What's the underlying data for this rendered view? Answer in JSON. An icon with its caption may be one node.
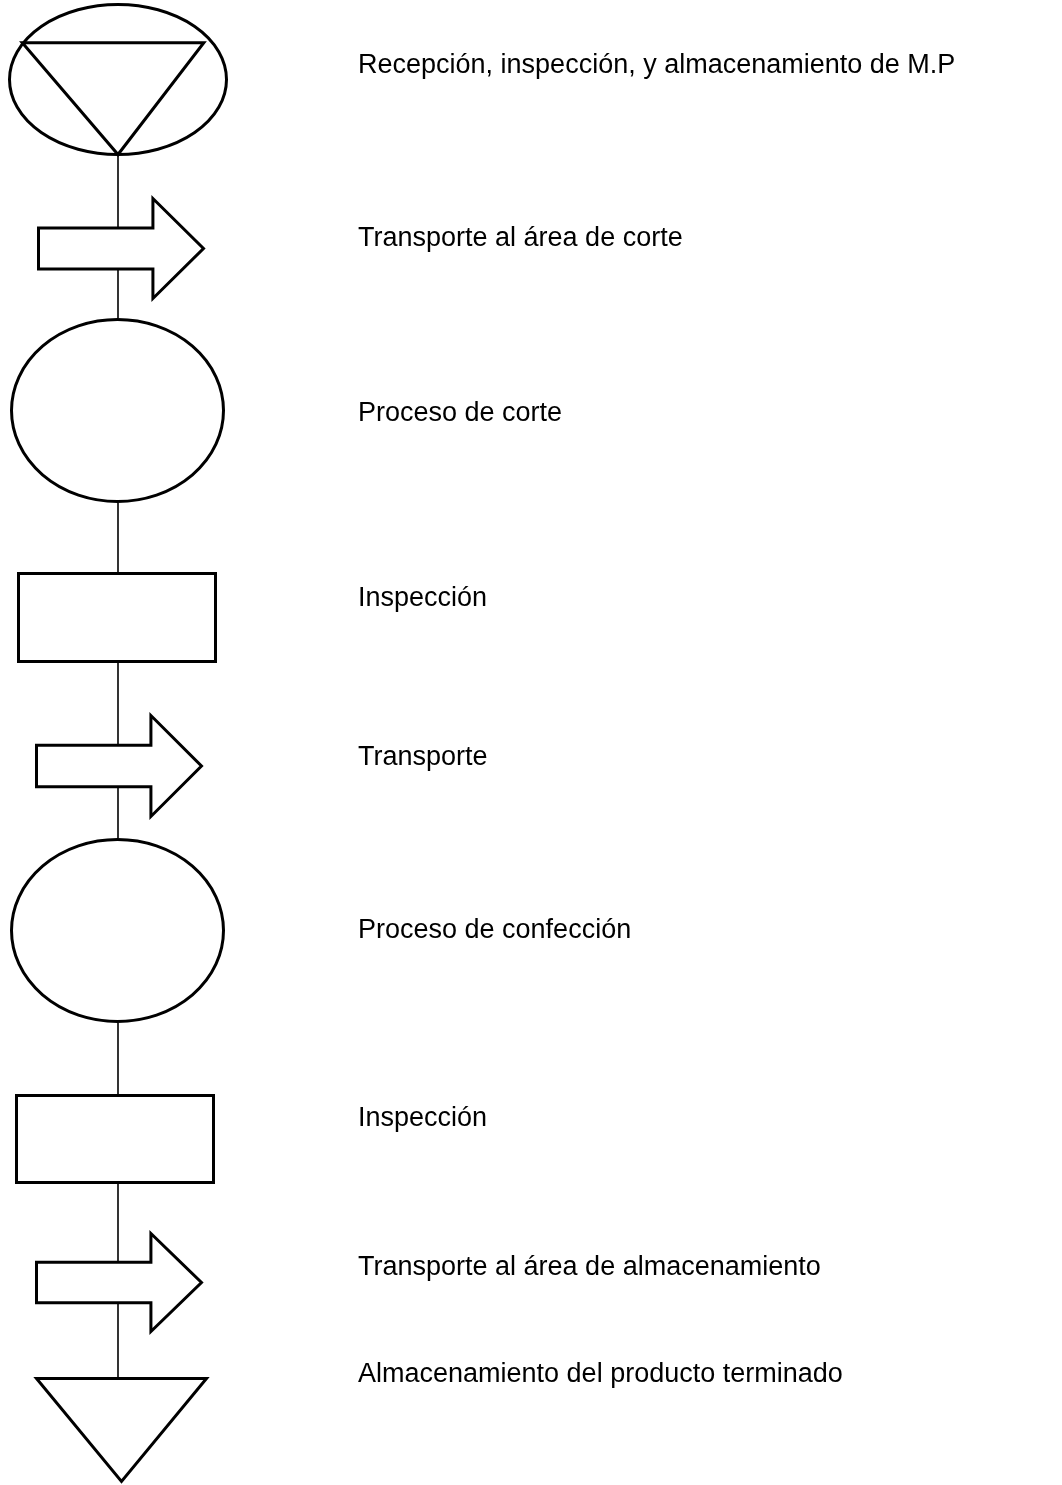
{
  "diagram": {
    "nodes": [
      {
        "text": [],
        "shape": "combined"
      },
      {
        "text": [],
        "shape": "arrow"
      },
      {
        "text": [],
        "shape": "ellipse"
      },
      {
        "text": [],
        "shape": "box"
      },
      {
        "text": [],
        "shape": "arrow"
      },
      {
        "text": [],
        "shape": "ellipse"
      },
      {
        "text": [],
        "shape": "box"
      },
      {
        "text": [],
        "shape": "arrow"
      },
      {
        "text": [],
        "shape": "triangle"
      }
    ],
    "labels": [
      "Recepción, inspección, y almacenamiento de M.P",
      "Transporte al área de corte",
      "Proceso de corte",
      "Inspección",
      "Transporte",
      "Proceso de confección",
      "Inspección",
      "Transporte al área de almacenamiento",
      "Almacenamiento del producto terminado"
    ],
    "edges": [
      {
        "from": 0,
        "to": 1,
        "arrow": "none"
      },
      {
        "from": 1,
        "to": 2,
        "arrow": "none"
      },
      {
        "from": 2,
        "to": 3,
        "arrow": "none"
      },
      {
        "from": 3,
        "to": 4,
        "arrow": "none"
      },
      {
        "from": 4,
        "to": 5,
        "arrow": "none"
      },
      {
        "from": 5,
        "to": 6,
        "arrow": "none"
      },
      {
        "from": 6,
        "to": 7,
        "arrow": "none"
      },
      {
        "from": 7,
        "to": 8,
        "arrow": "none"
      }
    ]
  }
}
